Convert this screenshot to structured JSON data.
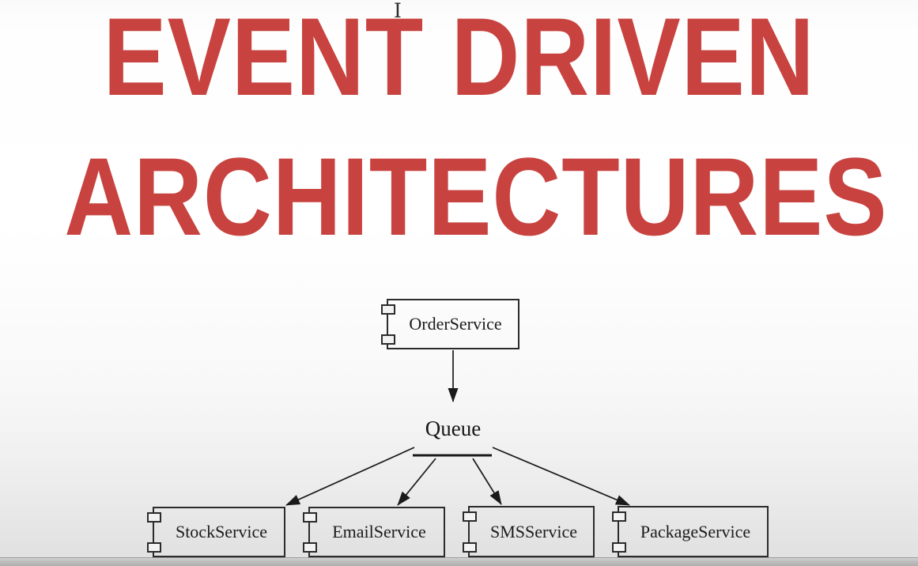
{
  "title": {
    "line1": "EVENT DRIVEN",
    "line2": "ARCHITECTURES",
    "color": "#c8433f"
  },
  "cursor": {
    "type": "text-ibeam-cursor",
    "glyph": "I"
  },
  "diagram": {
    "type": "event-driven-architecture-component-diagram",
    "producer": {
      "label": "OrderService"
    },
    "queue": {
      "label": "Queue"
    },
    "consumers": [
      {
        "label": "StockService"
      },
      {
        "label": "EmailService"
      },
      {
        "label": "SMSService"
      },
      {
        "label": "PackageService"
      }
    ],
    "edges": [
      {
        "from": "OrderService",
        "to": "Queue"
      },
      {
        "from": "Queue",
        "to": "StockService"
      },
      {
        "from": "Queue",
        "to": "EmailService"
      },
      {
        "from": "Queue",
        "to": "SMSService"
      },
      {
        "from": "Queue",
        "to": "PackageService"
      }
    ]
  },
  "colors": {
    "title_red": "#c8433f",
    "diagram_line": "#1a1a1a",
    "background_bottom": "#e2e2e2",
    "footer_bar": "#b6b6b6"
  }
}
